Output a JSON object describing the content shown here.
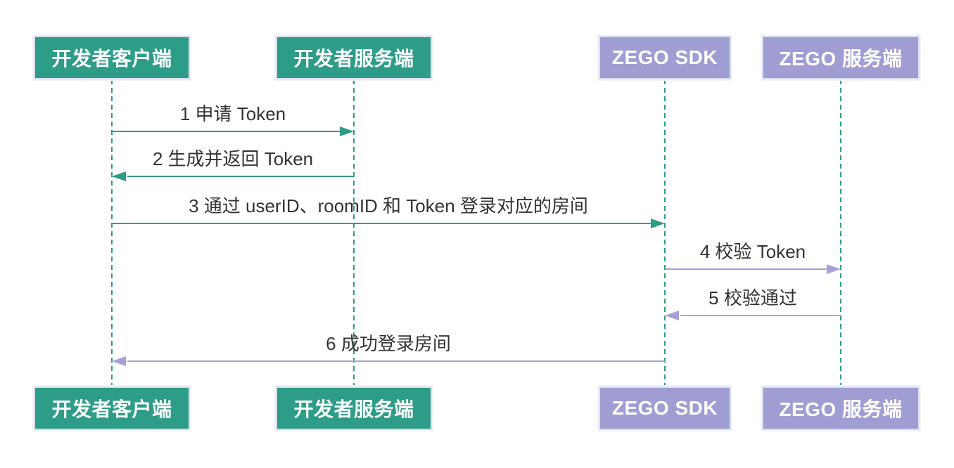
{
  "diagram_type": "sequence-diagram",
  "actors": [
    {
      "id": "dev-client",
      "label": "开发者客户端",
      "fill": "#2E9D88"
    },
    {
      "id": "dev-server",
      "label": "开发者服务端",
      "fill": "#2E9D88"
    },
    {
      "id": "zego-sdk",
      "label": "ZEGO SDK",
      "fill": "#A09DD2"
    },
    {
      "id": "zego-server",
      "label": "ZEGO 服务端",
      "fill": "#A09DD2"
    }
  ],
  "messages": [
    {
      "seq": "1",
      "label": "1 申请 Token",
      "from": "开发者客户端",
      "to": "开发者服务端",
      "direction": "right",
      "arrow_color": "#2E9C87"
    },
    {
      "seq": "2",
      "label": "2 生成并返回 Token",
      "from": "开发者服务端",
      "to": "开发者客户端",
      "direction": "left",
      "arrow_color": "#2E9C87"
    },
    {
      "seq": "3",
      "label": "3 通过 userID、roomID 和 Token 登录对应的房间",
      "from": "开发者客户端",
      "to": "ZEGO SDK",
      "direction": "right",
      "arrow_color": "#2E9C87"
    },
    {
      "seq": "4",
      "label": "4 校验 Token",
      "from": "ZEGO SDK",
      "to": "ZEGO 服务端",
      "direction": "right",
      "arrow_color": "#A5A1D8"
    },
    {
      "seq": "5",
      "label": "5 校验通过",
      "from": "ZEGO 服务端",
      "to": "ZEGO SDK",
      "direction": "left",
      "arrow_color": "#A5A1D8"
    },
    {
      "seq": "6",
      "label": "6 成功登录房间",
      "from": "ZEGO SDK",
      "to": "开发者客户端",
      "direction": "left",
      "arrow_color": "#A5A1D8"
    }
  ],
  "colors": {
    "actor_green": "#2E9D88",
    "actor_purple": "#A09DD2",
    "arrow_green": "#2E9C87",
    "arrow_purple": "#A5A1D8",
    "lifeline": "#2E9C87",
    "message_text": "#333333",
    "actor_border": "#D9DFEF",
    "background": "#FFFFFF"
  }
}
